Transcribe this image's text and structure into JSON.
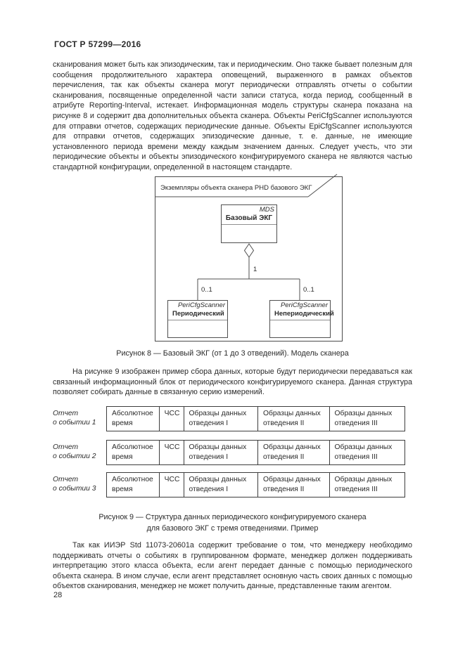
{
  "page": {
    "header": "ГОСТ Р 57299—2016",
    "page_number": "28"
  },
  "appearance": {
    "background": "#ffffff",
    "text_color": "#2b2b2b",
    "line_color": "#4f4f4f"
  },
  "paragraphs": {
    "p1": "сканирования может быть как эпизодическим, так и периодическим. Оно также бывает полезным для сообщения продолжительного характера оповещений, выраженного в рамках объектов перечисления, так как объекты сканера могут периодически отправлять отчеты о событии сканирования, посвященные определенной части записи статуса, когда период, сообщенный в атрибуте Reporting-Interval, истекает. Информационная модель структуры сканера показана на рисунке 8 и содержит два дополнительных объекта сканера. Объекты PeriCfgScanner используются для отправки отчетов, содержащих периодические данные. Объекты EpiCfgScanner используются для отправки отчетов, содержащих эпизодические данные, т. е. данные, не имеющие установленного периода времени между каждым значением данных. Следует учесть, что эти периодические объекты и объекты эпизодического конфигурируемого сканера не являются частью стандартной конфигурации, определенной в настоящем стандарте.",
    "p2": "На рисунке 9 изображен пример сбора данных, которые будут периодически передаваться как связанный информационный блок от периодического конфигурируемого сканера. Данная структура позволяет собирать данные в связанную серию измерений.",
    "p3": "Так как ИИЭР Std 11073-20601a содержит требование о том, что менеджеру необходимо поддерживать отчеты о событиях в группированном формате, менеджер должен поддерживать интерпретацию этого класса объекта, если агент передает данные с помощью периодического объекта сканера. В ином случае, если агент представляет основную часть своих данных с помощью объектов сканирования, менеджер не может получить данные, представленные таким агентом."
  },
  "figure8": {
    "frame_label": "Экземпляры объекта сканера PHD базового ЭКГ",
    "mds": {
      "stereotype": "MDS",
      "name": "Базовый ЭКГ"
    },
    "multiplicity_parent": "1",
    "children": [
      {
        "stereotype": "PeriCfgScanner",
        "name": "Периодический",
        "multiplicity": "0..1"
      },
      {
        "stereotype": "PeriCfgScanner",
        "name": "Непериодический",
        "multiplicity": "0..1"
      }
    ],
    "caption": "Рисунок 8 — Базовый ЭКГ (от 1 до 3 отведений). Модель сканера"
  },
  "figure9": {
    "rows": [
      {
        "label": "Отчет\nо событии 1",
        "cells": [
          "Абсолютное время",
          "ЧСС",
          "Образцы данных отведения I",
          "Образцы данных отведения II",
          "Образцы данных отведения III"
        ]
      },
      {
        "label": "Отчет\nо событии 2",
        "cells": [
          "Абсолютное время",
          "ЧСС",
          "Образцы данных отведения I",
          "Образцы данных отведения II",
          "Образцы данных отведения III"
        ]
      },
      {
        "label": "Отчет\nо событии 3",
        "cells": [
          "Абсолютное время",
          "ЧСС",
          "Образцы данных отведения I",
          "Образцы данных отведения II",
          "Образцы данных отведения III"
        ]
      }
    ],
    "caption": "Рисунок 9 — Структура данных периодического конфигурируемого сканера\nдля базового ЭКГ с тремя отведениями. Пример"
  }
}
